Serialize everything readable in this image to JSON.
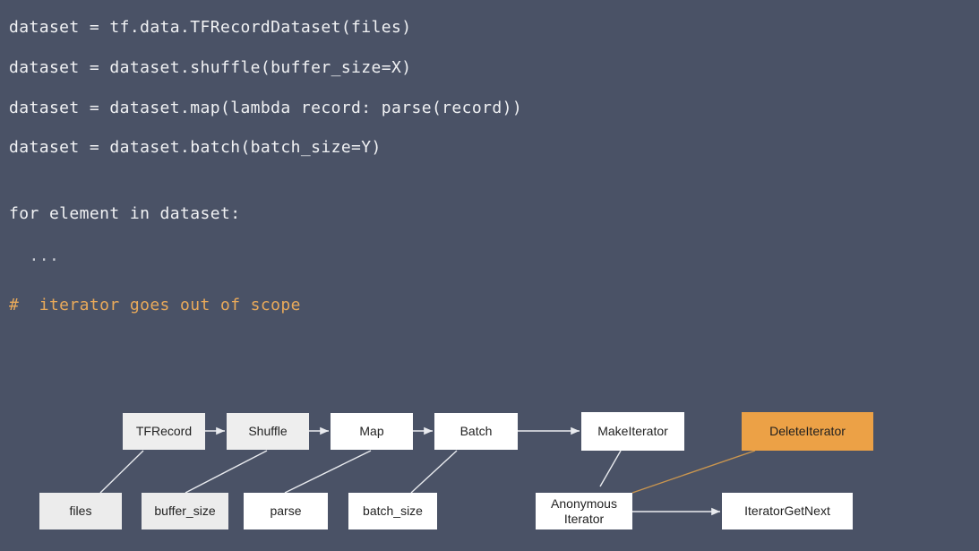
{
  "code": {
    "line1": "dataset = tf.data.TFRecordDataset(files)",
    "line2": "dataset = dataset.shuffle(buffer_size=X)",
    "line3": "dataset = dataset.map(lambda record: parse(record))",
    "line4": "dataset = dataset.batch(batch_size=Y)",
    "line5": "for element in dataset:",
    "line6": "  ...",
    "comment": "#  iterator goes out of scope"
  },
  "diagram": {
    "nodes": {
      "tfrecord": "TFRecord",
      "shuffle": "Shuffle",
      "map": "Map",
      "batch": "Batch",
      "make_iterator": "MakeIterator",
      "delete_iterator": "DeleteIterator",
      "files": "files",
      "buffer_size": "buffer_size",
      "parse": "parse",
      "batch_size": "batch_size",
      "anonymous_iterator": "Anonymous Iterator",
      "iterator_get_next": "IteratorGetNext"
    },
    "colors": {
      "background": "#4a5266",
      "comment": "#e8a95a",
      "highlight_node": "#eca146",
      "highlight_edge": "#c9954f"
    }
  }
}
